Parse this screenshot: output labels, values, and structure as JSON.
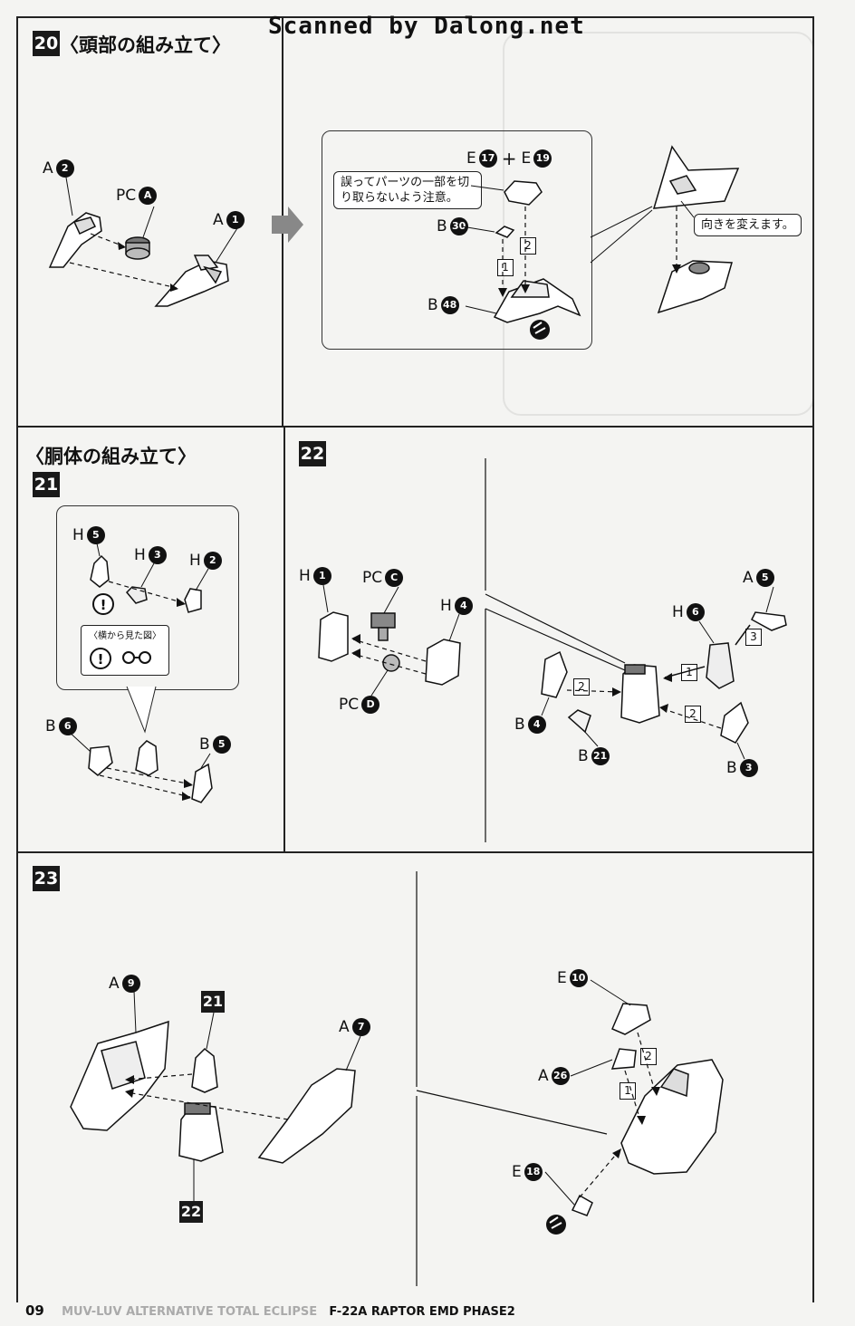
{
  "header": {
    "watermark": "Scanned by Dalong.net"
  },
  "step20": {
    "number": "20",
    "title": "〈頭部の組み立て〉",
    "labels": {
      "a2_letter": "A",
      "a2_num": "2",
      "pca_letter": "PC",
      "pca_num": "A",
      "a1_letter": "A",
      "a1_num": "1"
    },
    "inset": {
      "note_cut": "誤ってパーツの一部を切り取らないよう注意。",
      "note_rotate": "向きを変えます。",
      "e17_letter": "E",
      "e17_num": "17",
      "plus": "+",
      "e19_letter": "E",
      "e19_num": "19",
      "b30_letter": "B",
      "b30_num": "30",
      "b48_letter": "B",
      "b48_num": "48",
      "order1": "1",
      "order2": "2"
    }
  },
  "torso": {
    "title": "〈胴体の組み立て〉"
  },
  "step21": {
    "number": "21",
    "labels": {
      "h5_letter": "H",
      "h5_num": "5",
      "h3_letter": "H",
      "h3_num": "3",
      "h2_letter": "H",
      "h2_num": "2",
      "b6_letter": "B",
      "b6_num": "6",
      "b5_letter": "B",
      "b5_num": "5"
    },
    "side_view": "〈横から見た図〉",
    "warning": "!"
  },
  "step22": {
    "number": "22",
    "labels": {
      "h1_letter": "H",
      "h1_num": "1",
      "pcc_letter": "PC",
      "pcc_num": "C",
      "h4_letter": "H",
      "h4_num": "4",
      "pcd_letter": "PC",
      "pcd_num": "D",
      "a5_letter": "A",
      "a5_num": "5",
      "h6_letter": "H",
      "h6_num": "6",
      "b4_letter": "B",
      "b4_num": "4",
      "b21_letter": "B",
      "b21_num": "21",
      "b3_letter": "B",
      "b3_num": "3"
    },
    "order1": "1",
    "order2a": "2",
    "order2b": "2",
    "order3": "3"
  },
  "step23": {
    "number": "23",
    "labels": {
      "a9_letter": "A",
      "a9_num": "9",
      "ref21": "21",
      "ref22": "22",
      "a7_letter": "A",
      "a7_num": "7",
      "e10_letter": "E",
      "e10_num": "10",
      "a26_letter": "A",
      "a26_num": "26",
      "e18_letter": "E",
      "e18_num": "18"
    },
    "order1": "1",
    "order2": "2"
  },
  "footer": {
    "page": "09",
    "series": "MUV-LUV ALTERNATIVE TOTAL ECLIPSE",
    "model": "F-22A RAPTOR EMD PHASE2"
  },
  "colors": {
    "ink": "#111111",
    "paper": "#f4f4f2",
    "ghost": "#b8b8b8"
  }
}
